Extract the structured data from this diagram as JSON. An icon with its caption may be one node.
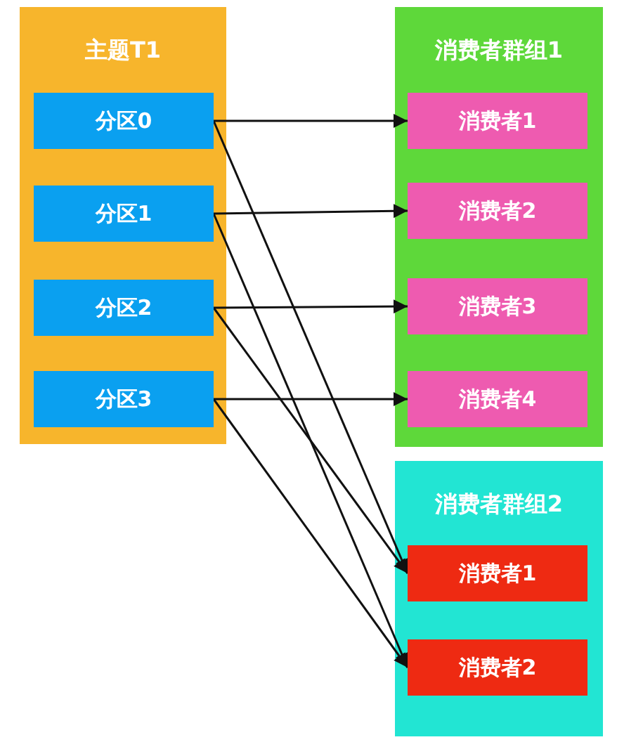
{
  "diagram": {
    "nodes": [
      {
        "text": [
          "主题T1"
        ]
      },
      {
        "text": [
          "分区0"
        ],
        "in": 0
      },
      {
        "text": [
          "分区1"
        ],
        "in": 0
      },
      {
        "text": [
          "分区2"
        ],
        "in": 0
      },
      {
        "text": [
          "分区3"
        ],
        "in": 0
      },
      {
        "text": [
          "消费者群组1"
        ]
      },
      {
        "text": [
          "消费者1"
        ],
        "in": 5
      },
      {
        "text": [
          "消费者2"
        ],
        "in": 5
      },
      {
        "text": [
          "消费者3"
        ],
        "in": 5
      },
      {
        "text": [
          "消费者4"
        ],
        "in": 5
      },
      {
        "text": [
          "消费者群组2"
        ]
      },
      {
        "text": [
          "消费者1"
        ],
        "in": 10
      },
      {
        "text": [
          "消费者2"
        ],
        "in": 10
      }
    ],
    "edges": [
      {
        "from": 1,
        "to": 6,
        "arrow": "to"
      },
      {
        "from": 2,
        "to": 7,
        "arrow": "to"
      },
      {
        "from": 3,
        "to": 8,
        "arrow": "to"
      },
      {
        "from": 4,
        "to": 9,
        "arrow": "to"
      },
      {
        "from": 1,
        "to": 11,
        "arrow": "to"
      },
      {
        "from": 2,
        "to": 12,
        "arrow": "to"
      },
      {
        "from": 3,
        "to": 11,
        "arrow": "to"
      },
      {
        "from": 4,
        "to": 12,
        "arrow": "to"
      }
    ]
  }
}
